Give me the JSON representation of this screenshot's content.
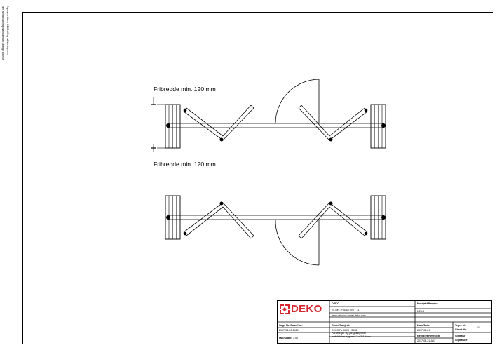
{
  "side_note": {
    "line1": "Tegningen tilhører DEKO AS og må ikke kopieres",
    "line2": "eller overlates til tredjemann uten vår skriftlige tillatelse"
  },
  "drawing": {
    "dim_top_label": "Fribredde min. 120 mm",
    "dim_bottom_label": "Fribredde min. 120 mm"
  },
  "title_block": {
    "logo_text": "DEKO",
    "company_name": "DEKO",
    "phone": "Tlf./Tel.: +46 63 59 77 11",
    "web": "www.deko.no / www.deko.com",
    "project_label": "Prosjekt/Project:",
    "project_value": "DEKO",
    "case_label": "Sags Nr./Case No.:",
    "case_value": "2017-03-20-1420",
    "subject_label": "Emne/Subject:",
    "subject_value": "DEKO Fv. 0108 - 3308",
    "subject_line2": "Parkeringer og gangmuligheter",
    "subject_line3": "Innfelt foldevegg med 2 x 3/4 dører",
    "date_label": "Dato/Date:",
    "date_value": "2017-03-21",
    "sheet_label": "Tegn. Nr.",
    "sheet_label2": "Sheet No.",
    "sheet_value": "1/1",
    "scale_label": "Mål/Scale:",
    "scale_value": "1:50",
    "revision_label": "Revidert/Revision:",
    "revision_value": "2017-03-21-A01",
    "signature_label": "Signatur",
    "signature_label2": "Signature",
    "accent_color": "#d7262e"
  }
}
